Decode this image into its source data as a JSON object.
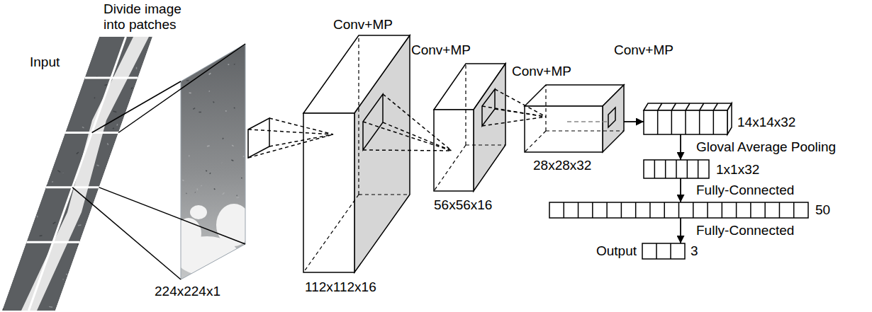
{
  "diagram": {
    "nodes": [
      {
        "text": [
          "Input"
        ]
      },
      {
        "text": [
          "224x224x1"
        ]
      },
      {
        "text": [
          "112x112x16"
        ]
      },
      {
        "text": [
          "56x56x16"
        ]
      },
      {
        "text": [
          "28x28x32"
        ]
      },
      {
        "text": [
          "14x14x32"
        ]
      },
      {
        "text": [
          "1x1x32"
        ]
      },
      {
        "text": [
          "50"
        ]
      },
      {
        "text": [
          "Output",
          "3"
        ]
      }
    ],
    "edges": [
      {
        "from": 4,
        "to": 5,
        "arrow": "to"
      },
      {
        "from": 5,
        "to": 6,
        "label": "Gloval Average Pooling",
        "arrow": "to"
      },
      {
        "from": 6,
        "to": 7,
        "label": "Fully-Connected",
        "arrow": "to"
      },
      {
        "from": 7,
        "to": 8,
        "label": "Fully-Connected",
        "arrow": "to"
      }
    ],
    "labels": [
      "Divide image into patches",
      "Conv+MP",
      "Conv+MP",
      "Conv+MP",
      "Conv+MP"
    ]
  }
}
